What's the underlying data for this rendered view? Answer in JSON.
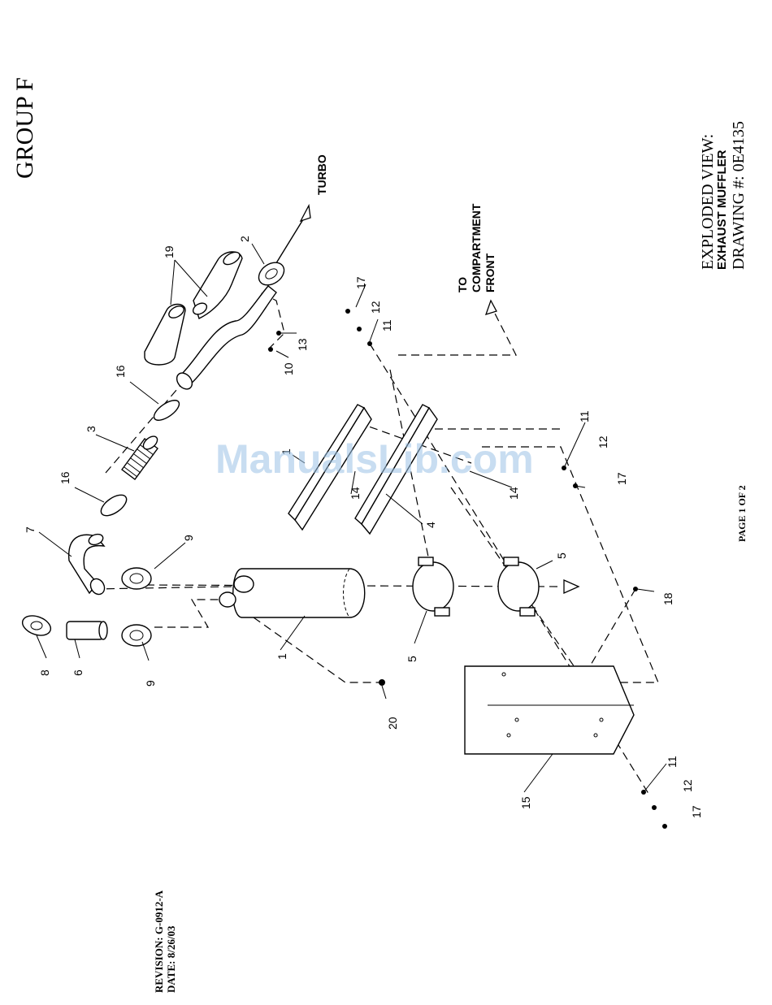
{
  "header": {
    "group": "GROUP F"
  },
  "title_block": {
    "line1": "EXPLODED VIEW:",
    "line2": "EXHAUST MUFFLER",
    "line3": "DRAWING #: 0E4135"
  },
  "page": "PAGE 1 OF 2",
  "revision": "REVISION: G-0912-A",
  "date": "DATE:  8/26/03",
  "watermark": "ManualsLib.com",
  "callouts": {
    "turbo": "TURBO",
    "to": "TO",
    "compartment": "COMPARTMENT",
    "front": "FRONT"
  },
  "parts": {
    "p1a": "1",
    "p1b": "1",
    "p2": "2",
    "p3": "3",
    "p4": "4",
    "p5a": "5",
    "p5b": "5",
    "p6": "6",
    "p7": "7",
    "p8": "8",
    "p9a": "9",
    "p9b": "9",
    "p10": "10",
    "p11a": "11",
    "p11b": "11",
    "p11c": "11",
    "p12a": "12",
    "p12b": "12",
    "p12c": "12",
    "p13": "13",
    "p14a": "14",
    "p14b": "14",
    "p15": "15",
    "p16a": "16",
    "p16b": "16",
    "p17a": "17",
    "p17b": "17",
    "p17c": "17",
    "p18": "18",
    "p19": "19",
    "p20": "20"
  }
}
